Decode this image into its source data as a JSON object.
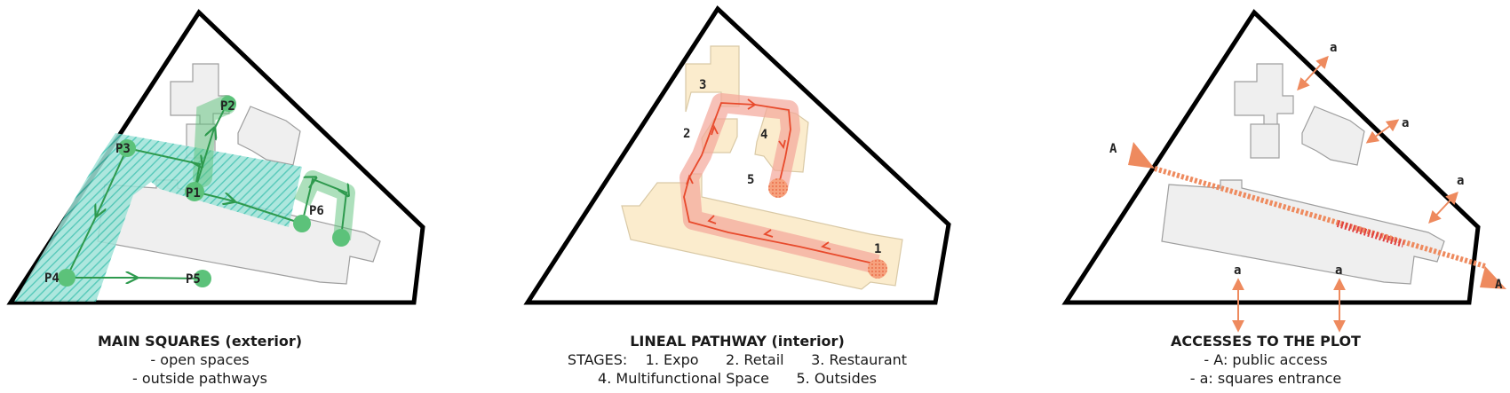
{
  "panels": [
    {
      "title": "MAIN SQUARES (exterior)",
      "lines": [
        "- open spaces",
        "- outside pathways"
      ],
      "labels": [
        "P1",
        "P2",
        "P3",
        "P4",
        "P5",
        "P6"
      ]
    },
    {
      "title": "LINEAL PATHWAY (interior)",
      "lines": [
        "STAGES:    1. Expo      2. Retail      3. Restaurant",
        "4. Multifunctional Space      5. Outsides"
      ],
      "labels": [
        "1",
        "2",
        "3",
        "4",
        "5"
      ]
    },
    {
      "title": "ACCESSES TO THE PLOT",
      "lines": [
        "- A: public access",
        "- a: squares entrance"
      ],
      "labels": [
        "A",
        "A",
        "a",
        "a",
        "a",
        "a",
        "a"
      ]
    }
  ],
  "colors": {
    "plot_outline": "#000000",
    "building": "#efefef",
    "square_green": "#5cc27a",
    "hatch_teal": "#3ec2b0",
    "pathway_red": "#e84a2c",
    "interior_fill": "#fbeccd",
    "access_orange": "#ee8a5e"
  }
}
